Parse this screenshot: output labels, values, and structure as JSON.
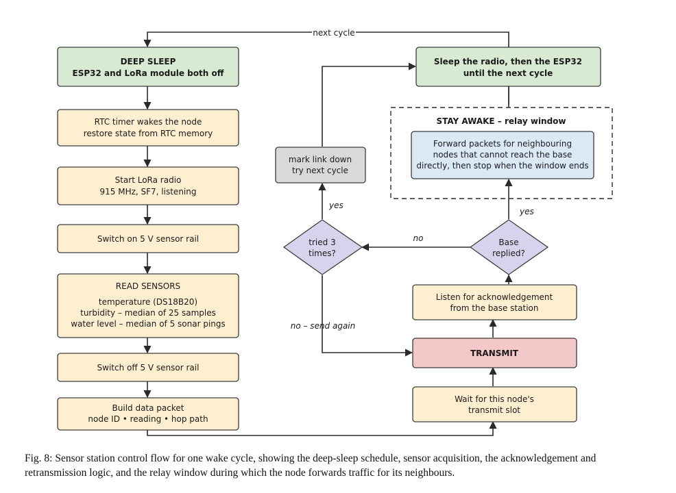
{
  "colors": {
    "sleep_fill": "#d9ead3",
    "step_fill": "#fdefcf",
    "decision_fill": "#d9d2ec",
    "relay_fill": "#dbe9f7",
    "transmit_fill": "#f4c7c9",
    "failed_fill": "#d9d9d9",
    "stroke": "#3a3a3a"
  },
  "nodes": {
    "deep_sleep": {
      "line1": "DEEP SLEEP",
      "line2": "ESP32 and LoRa module both off"
    },
    "rtc_wake": {
      "line1": "RTC timer wakes the node",
      "line2": "restore state from RTC memory"
    },
    "start_lora": {
      "line1": "Start LoRa radio",
      "line2": "915 MHz, SF7, listening"
    },
    "rail_on": {
      "line1": "Switch on 5 V sensor rail"
    },
    "read_sensors": {
      "line1": "READ SENSORS",
      "line2": "temperature (DS18B20)",
      "line3": "turbidity – median of 25 samples",
      "line4": "water level – median of 5 sonar pings"
    },
    "rail_off": {
      "line1": "Switch off 5 V sensor rail"
    },
    "build_packet": {
      "line1": "Build data packet",
      "line2": "node ID • reading • hop path"
    },
    "wait_slot": {
      "line1": "Wait for this node's",
      "line2": "transmit slot"
    },
    "transmit": {
      "line1": "TRANSMIT"
    },
    "listen_ack": {
      "line1": "Listen for acknowledgement",
      "line2": "from the base station"
    },
    "base_replied": {
      "line1": "Base",
      "line2": "replied?"
    },
    "tried_3": {
      "line1": "tried 3",
      "line2": "times?"
    },
    "mark_down": {
      "line1": "mark link down",
      "line2": "try next cycle"
    },
    "relay_group": {
      "title": "STAY AWAKE – relay window"
    },
    "forward": {
      "line1": "Forward packets for neighbouring",
      "line2": "nodes that cannot reach the base",
      "line3": "directly, then stop when the window ends"
    },
    "sleep_radio": {
      "line1": "Sleep the radio, then the ESP32",
      "line2": "until the next cycle"
    }
  },
  "edges": {
    "next_cycle": "next cycle",
    "yes_relay": "yes",
    "no_base": "no",
    "yes_tried": "yes",
    "no_send_again": "no – send again"
  },
  "caption": "Fig. 8: Sensor station control flow for one wake cycle, showing the deep-sleep schedule, sensor acquisition, the acknowledgement and retransmission logic, and the relay window during which the node forwards traffic for its neighbours."
}
